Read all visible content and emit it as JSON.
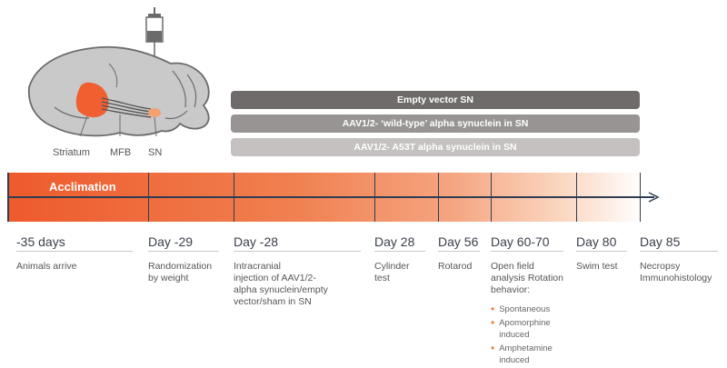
{
  "brain": {
    "labels": {
      "striatum": "Striatum",
      "mfb": "MFB",
      "sn": "SN"
    },
    "colors": {
      "brain_fill": "#c9c9c9",
      "brain_outline": "#6b6b6b",
      "striatum": "#ef5f30",
      "sn": "#f4a06f",
      "tract": "#555555"
    }
  },
  "groups": [
    {
      "label": "Empty vector SN",
      "color": "#6e6b6a"
    },
    {
      "label": "AAV1/2- ‘wild-type’ alpha synuclein in SN",
      "color": "#989493"
    },
    {
      "label": "AAV1/2- A53T alpha synuclein in SN",
      "color": "#c5c1c0"
    }
  ],
  "timeline": {
    "phase_label": "Acclimation",
    "colors": {
      "start": "#ee5a2c",
      "end": "#ffffff",
      "axis": "#2f3d52"
    }
  },
  "events": [
    {
      "day": "-35 days",
      "desc_lines": [
        "Animals arrive"
      ]
    },
    {
      "day": "Day -29",
      "desc_lines": [
        "Randomization",
        "by weight"
      ]
    },
    {
      "day": "Day -28",
      "desc_lines": [
        "Intracranial",
        "injection of AAV1/2-",
        "alpha synuclein/empty",
        "vector/sham in SN"
      ]
    },
    {
      "day": "Day 28",
      "desc_lines": [
        "Cylinder",
        "test"
      ]
    },
    {
      "day": "Day 56",
      "desc_lines": [
        "Rotarod"
      ]
    },
    {
      "day": "Day 60-70",
      "desc_lines": [
        "Open field",
        "analysis Rotation",
        "behavior:"
      ]
    },
    {
      "day": "Day 80",
      "desc_lines": [
        "Swim test"
      ]
    },
    {
      "day": "Day 85",
      "desc_lines": [
        "Necropsy",
        "Immunohistology"
      ]
    }
  ],
  "rotation_bullets": [
    {
      "lines": [
        "Spontaneous"
      ]
    },
    {
      "lines": [
        "Apomorphine",
        "induced"
      ]
    },
    {
      "lines": [
        "Amphetamine",
        "induced"
      ]
    }
  ]
}
